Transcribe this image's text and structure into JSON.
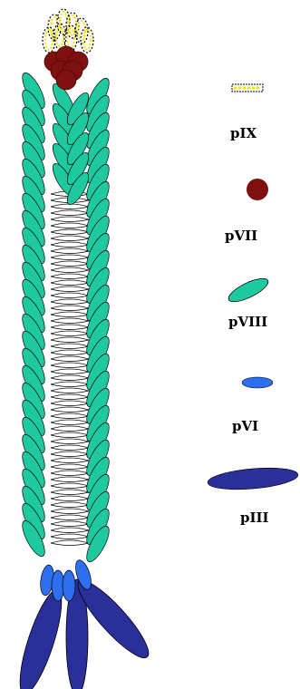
{
  "colors": {
    "background": "#ffffff",
    "pIX": "#f2e600",
    "pVII": "#7f1010",
    "pVIII": "#1fc9a0",
    "pVI": "#2e6ff0",
    "pIII": "#2b2f9a",
    "helix": "#ffffff",
    "outline": "#000000"
  },
  "legend": {
    "pIX": "pIX",
    "pVII": "pVII",
    "pVIII": "pVIII",
    "pVI": "pVI",
    "pIII": "pIII"
  }
}
